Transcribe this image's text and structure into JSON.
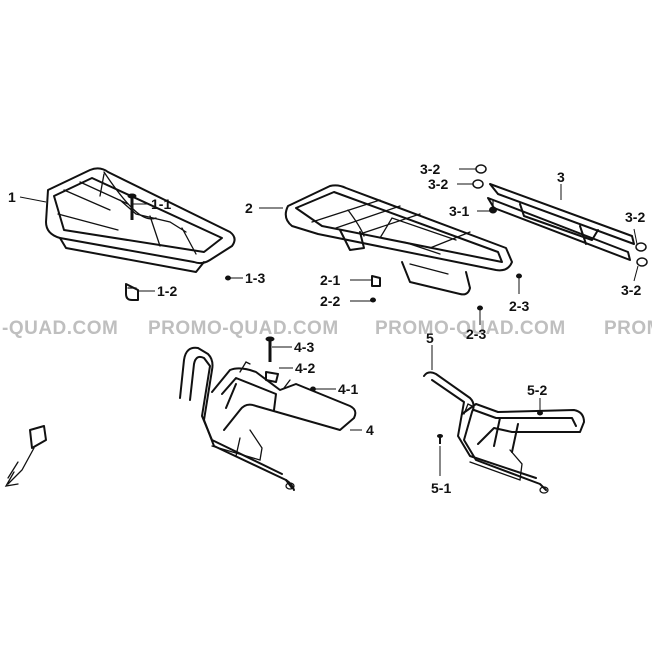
{
  "watermark": "PROMO-QUAD.COM",
  "watermark_fragments": {
    "left": "-QUAD.COM",
    "right": "PROM"
  },
  "parts": {
    "rack_front": {
      "label": "1",
      "subparts": {
        "bolt": "1-1",
        "clamp": "1-2",
        "nut": "1-3"
      }
    },
    "rack_rear": {
      "label": "2",
      "subparts": {
        "clamp": "2-1",
        "nut": "2-2",
        "nut_b": "2-3",
        "nut_c": "2-3"
      }
    },
    "rack_bar": {
      "label": "3",
      "subparts": {
        "nut": "3-1",
        "cap_a": "3-2",
        "cap_b": "3-2",
        "cap_c": "3-2",
        "cap_d": "3-2"
      }
    },
    "guard_front": {
      "label": "4",
      "subparts": {
        "bolt": "4-3",
        "clamp": "4-2",
        "nut": "4-1"
      }
    },
    "guard_rear": {
      "label": "5",
      "subparts": {
        "nut": "5-2",
        "bolt": "5-1"
      }
    }
  },
  "colors": {
    "line": "#111111",
    "watermark": "#bfbfbf",
    "background": "#ffffff"
  }
}
